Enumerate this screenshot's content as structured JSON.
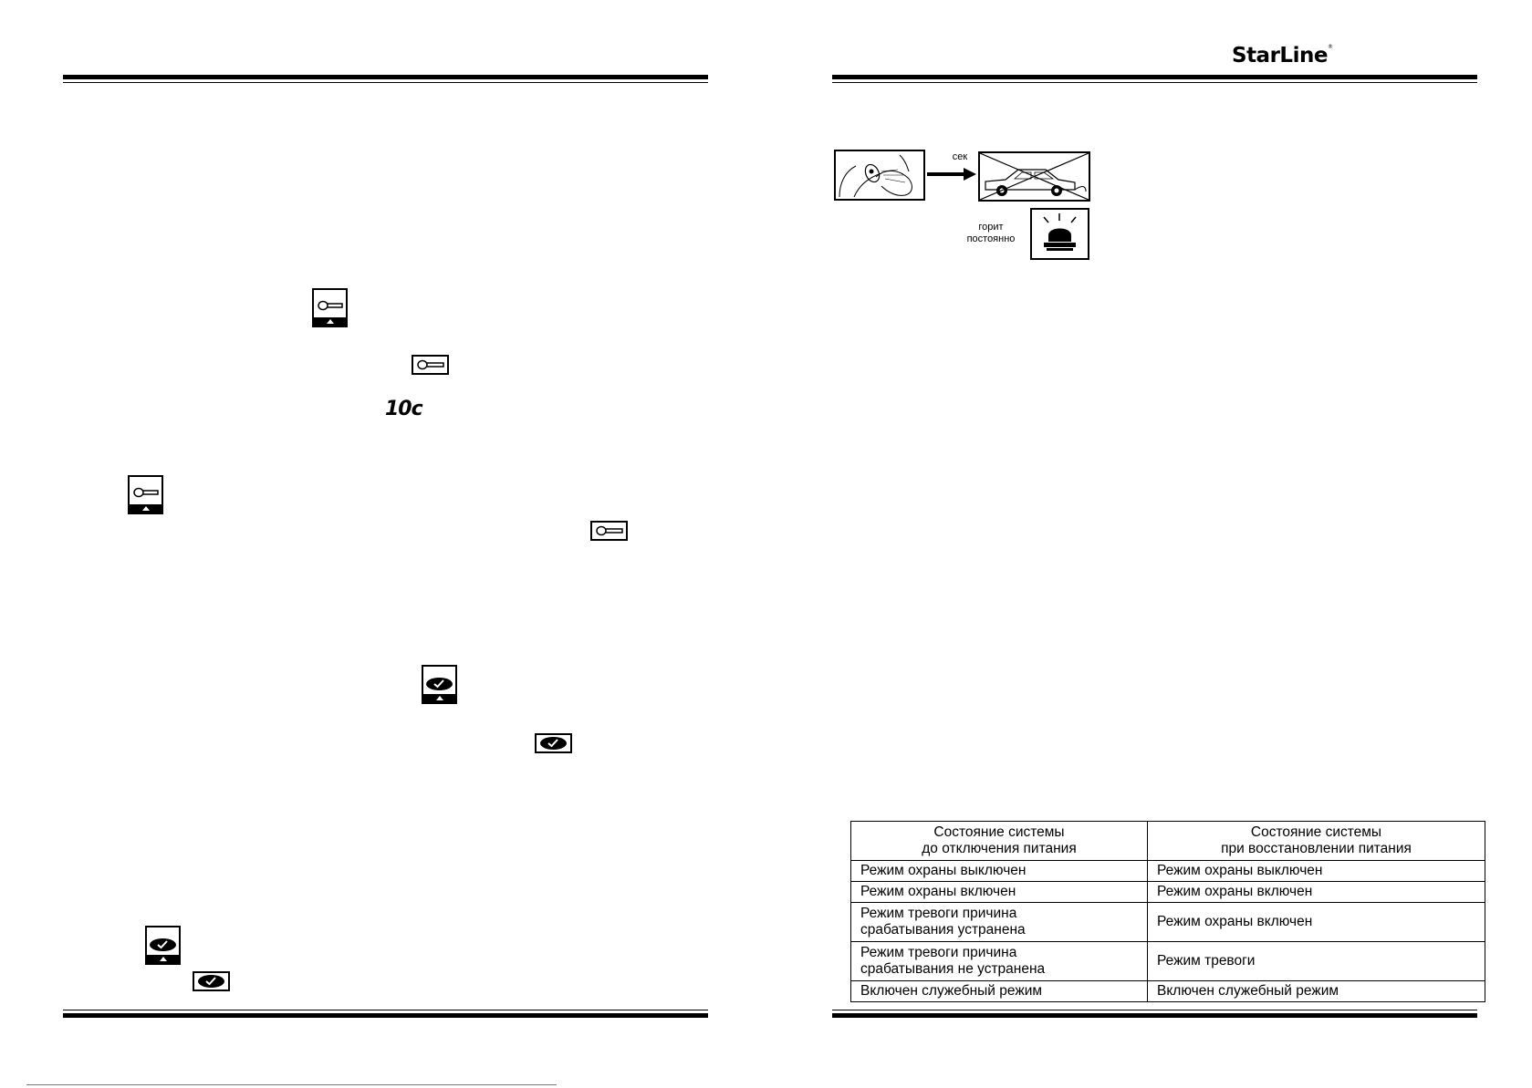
{
  "brand": {
    "logo_text": "StarLine",
    "registered_mark": "®"
  },
  "left_page": {
    "display_readout": "10c"
  },
  "right_page": {
    "illustration": {
      "arrow_label": "сек",
      "light_label_line1": "горит",
      "light_label_line2": "постоянно"
    },
    "table": {
      "headers": [
        {
          "line1": "Состояние системы",
          "line2": "до отключения питания"
        },
        {
          "line1": "Состояние системы",
          "line2": "при восстановлении питания"
        }
      ],
      "rows": [
        {
          "before_line1": "Режим охраны выключен",
          "before_line2": "",
          "after": "Режим охраны выключен"
        },
        {
          "before_line1": "Режим охраны включен",
          "before_line2": "",
          "after": "Режим охраны включен"
        },
        {
          "before_line1": "Режим тревоги  причина",
          "before_line2": "срабатывания устранена",
          "after": "Режим охраны включен"
        },
        {
          "before_line1": "Режим тревоги  причина",
          "before_line2": "срабатывания не устранена",
          "after": "Режим тревоги"
        },
        {
          "before_line1": "Включен служебный режим",
          "before_line2": "",
          "after": "Включен служебный режим"
        }
      ]
    }
  },
  "icons": {
    "key_button": "key-button-icon",
    "key_indicator": "key-indicator-icon",
    "check_button": "check-button-icon",
    "check_indicator": "check-indicator-icon",
    "hand_keyfob": "hand-with-keyfob-icon",
    "car_crossed": "crossed-out-car-icon",
    "beacon": "flashing-light-icon"
  }
}
